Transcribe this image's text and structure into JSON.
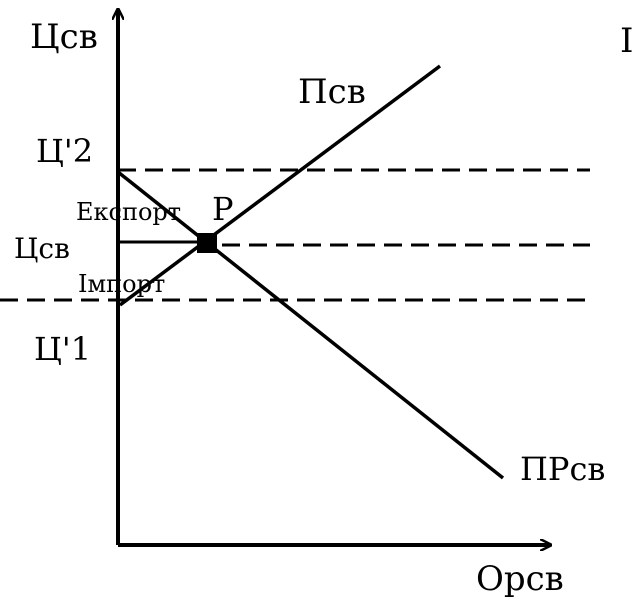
{
  "labels": {
    "y_axis": "Цсв",
    "x_axis": "Opсв",
    "price_high": "Ц'2",
    "price_world": "Цсв",
    "price_low": "Ц'1",
    "supply": "Псв",
    "demand": "ПРсв",
    "equilibrium": "P",
    "export": "Експорт",
    "import": "Імпорт",
    "corner_fragment": "I"
  },
  "colors": {
    "ink": "#000000",
    "background": "#ffffff"
  }
}
